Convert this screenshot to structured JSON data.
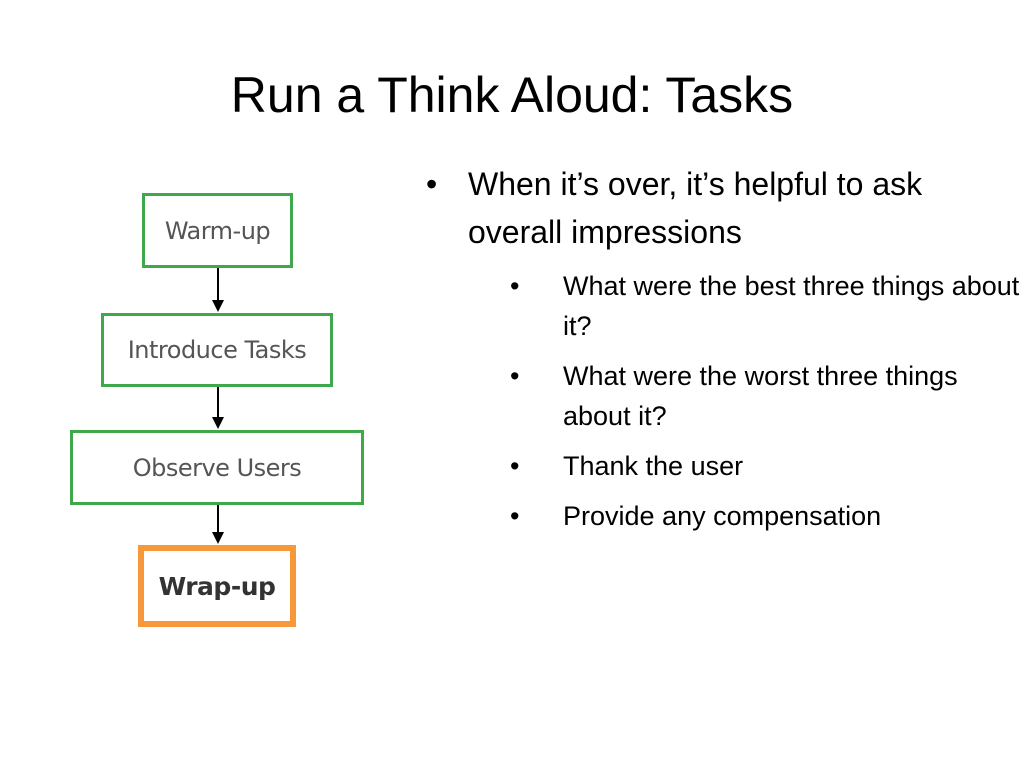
{
  "slide": {
    "title": "Run a Think Aloud: Tasks"
  },
  "flowchart": {
    "steps": [
      {
        "label": "Warm-up",
        "highlight": false
      },
      {
        "label": "Introduce Tasks",
        "highlight": false
      },
      {
        "label": "Observe Users",
        "highlight": false
      },
      {
        "label": "Wrap-up",
        "highlight": true
      }
    ],
    "colors": {
      "box_border": "#3ea84a",
      "highlight_border": "#f7983a",
      "arrow": "#000000"
    }
  },
  "bullets": {
    "bullet_glyph": "•",
    "main": "When it’s over, it’s helpful to ask overall impressions",
    "sub": [
      "What were the best three things about it?",
      "What were the worst three things about it?",
      "Thank the user",
      "Provide any compensation"
    ]
  }
}
